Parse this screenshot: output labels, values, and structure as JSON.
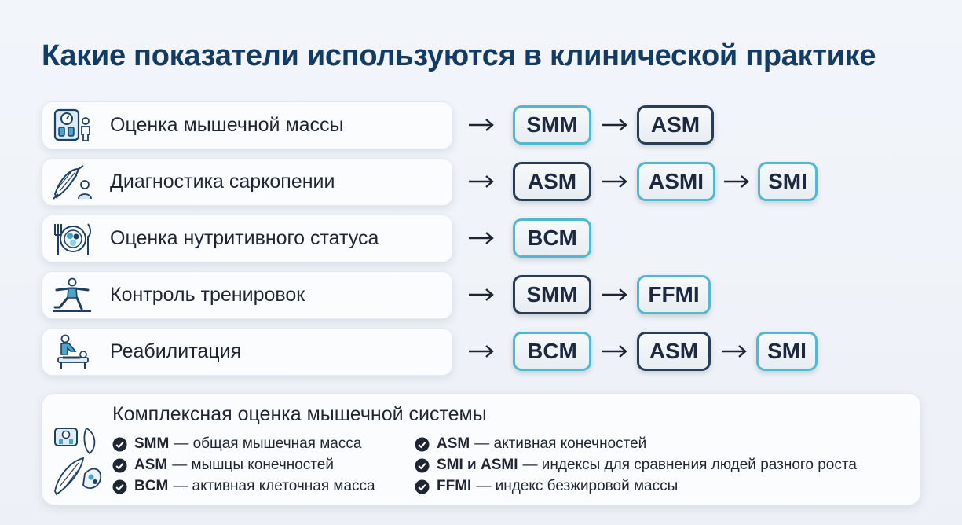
{
  "title": "Какие показатели используются в клинической практике",
  "rows": [
    {
      "label": "Оценка мышечной массы",
      "icon": "scale-person-icon",
      "chips": [
        "SMM",
        "ASM"
      ]
    },
    {
      "label": "Диагностика саркопении",
      "icon": "muscle-elderly-icon",
      "chips": [
        "ASM",
        "ASMI",
        "SMI"
      ]
    },
    {
      "label": "Оценка нутритивного статуса",
      "icon": "plate-utensils-icon",
      "chips": [
        "BCM"
      ]
    },
    {
      "label": "Контроль тренировок",
      "icon": "exercise-person-icon",
      "chips": [
        "SMM",
        "FFMI"
      ]
    },
    {
      "label": "Реабилитация",
      "icon": "rehab-massage-icon",
      "chips": [
        "BCM",
        "ASM",
        "SMI"
      ]
    }
  ],
  "summary": {
    "title": "Комплексная оценка мышечной системы",
    "left_items": [
      {
        "term": "SMM",
        "desc": "— общая мышечная масса"
      },
      {
        "term": "ASM",
        "desc": "— мышцы конечностей"
      },
      {
        "term": "BCM",
        "desc": "— активная клеточная масса"
      }
    ],
    "right_items": [
      {
        "term": "ASM",
        "desc": "— активная конечностей"
      },
      {
        "term": "SMI и ASMI",
        "desc": "— индексы для сравнения людей разного роста"
      },
      {
        "term": "FFMI",
        "desc": "— индекс безжировой массы"
      }
    ]
  },
  "colors": {
    "title": "#123c66",
    "chip_teal": "#52b8d0",
    "chip_navy": "#2a3d57"
  }
}
